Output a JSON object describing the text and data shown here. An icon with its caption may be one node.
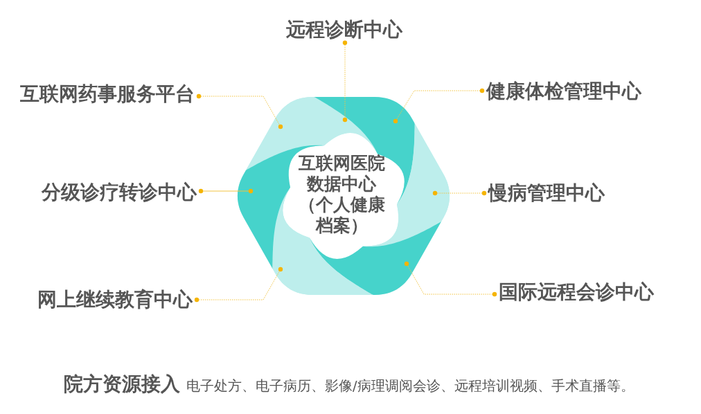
{
  "diagram": {
    "nodes": [
      {
        "text": [
          "远程诊断中心"
        ]
      },
      {
        "text": [
          "互联网药事服务平台"
        ]
      },
      {
        "text": [
          "健康体检管理中心"
        ]
      },
      {
        "text": [
          "互联网医院数据中心（个人健康档案）"
        ]
      },
      {
        "text": [],
        "shape": "band",
        "in": 3
      },
      {
        "text": [],
        "shape": "band",
        "in": 3
      },
      {
        "text": [],
        "shape": "band",
        "in": 3
      },
      {
        "text": [],
        "shape": "band",
        "in": 3
      },
      {
        "text": [],
        "shape": "band",
        "in": 3
      },
      {
        "text": [],
        "shape": "band",
        "in": 3
      },
      {
        "text": [
          "分级诊疗转诊中心"
        ]
      },
      {
        "text": [
          "慢病管理中心"
        ]
      },
      {
        "text": [
          "网上继续教育中心"
        ]
      },
      {
        "text": [
          "国际远程会诊中心"
        ]
      }
    ],
    "edges": [
      {
        "from": 0,
        "to": 4,
        "arrow": "other",
        "style": "dashed"
      },
      {
        "from": 1,
        "to": 4,
        "arrow": "other",
        "style": "dashed"
      },
      {
        "from": 2,
        "to": 5,
        "arrow": "other",
        "style": "dashed"
      },
      {
        "from": 10,
        "to": 9,
        "arrow": "other"
      },
      {
        "from": 11,
        "to": 6,
        "arrow": "other",
        "style": "dashed"
      },
      {
        "from": 12,
        "to": 8,
        "arrow": "other",
        "style": "dashed"
      },
      {
        "from": 13,
        "to": 7,
        "arrow": "other",
        "style": "dashed"
      }
    ],
    "labels": [
      "院方资源接入",
      "电子处方、电子病历、影像/病理调阅会诊、远程培训视频、手术直播等。"
    ]
  }
}
